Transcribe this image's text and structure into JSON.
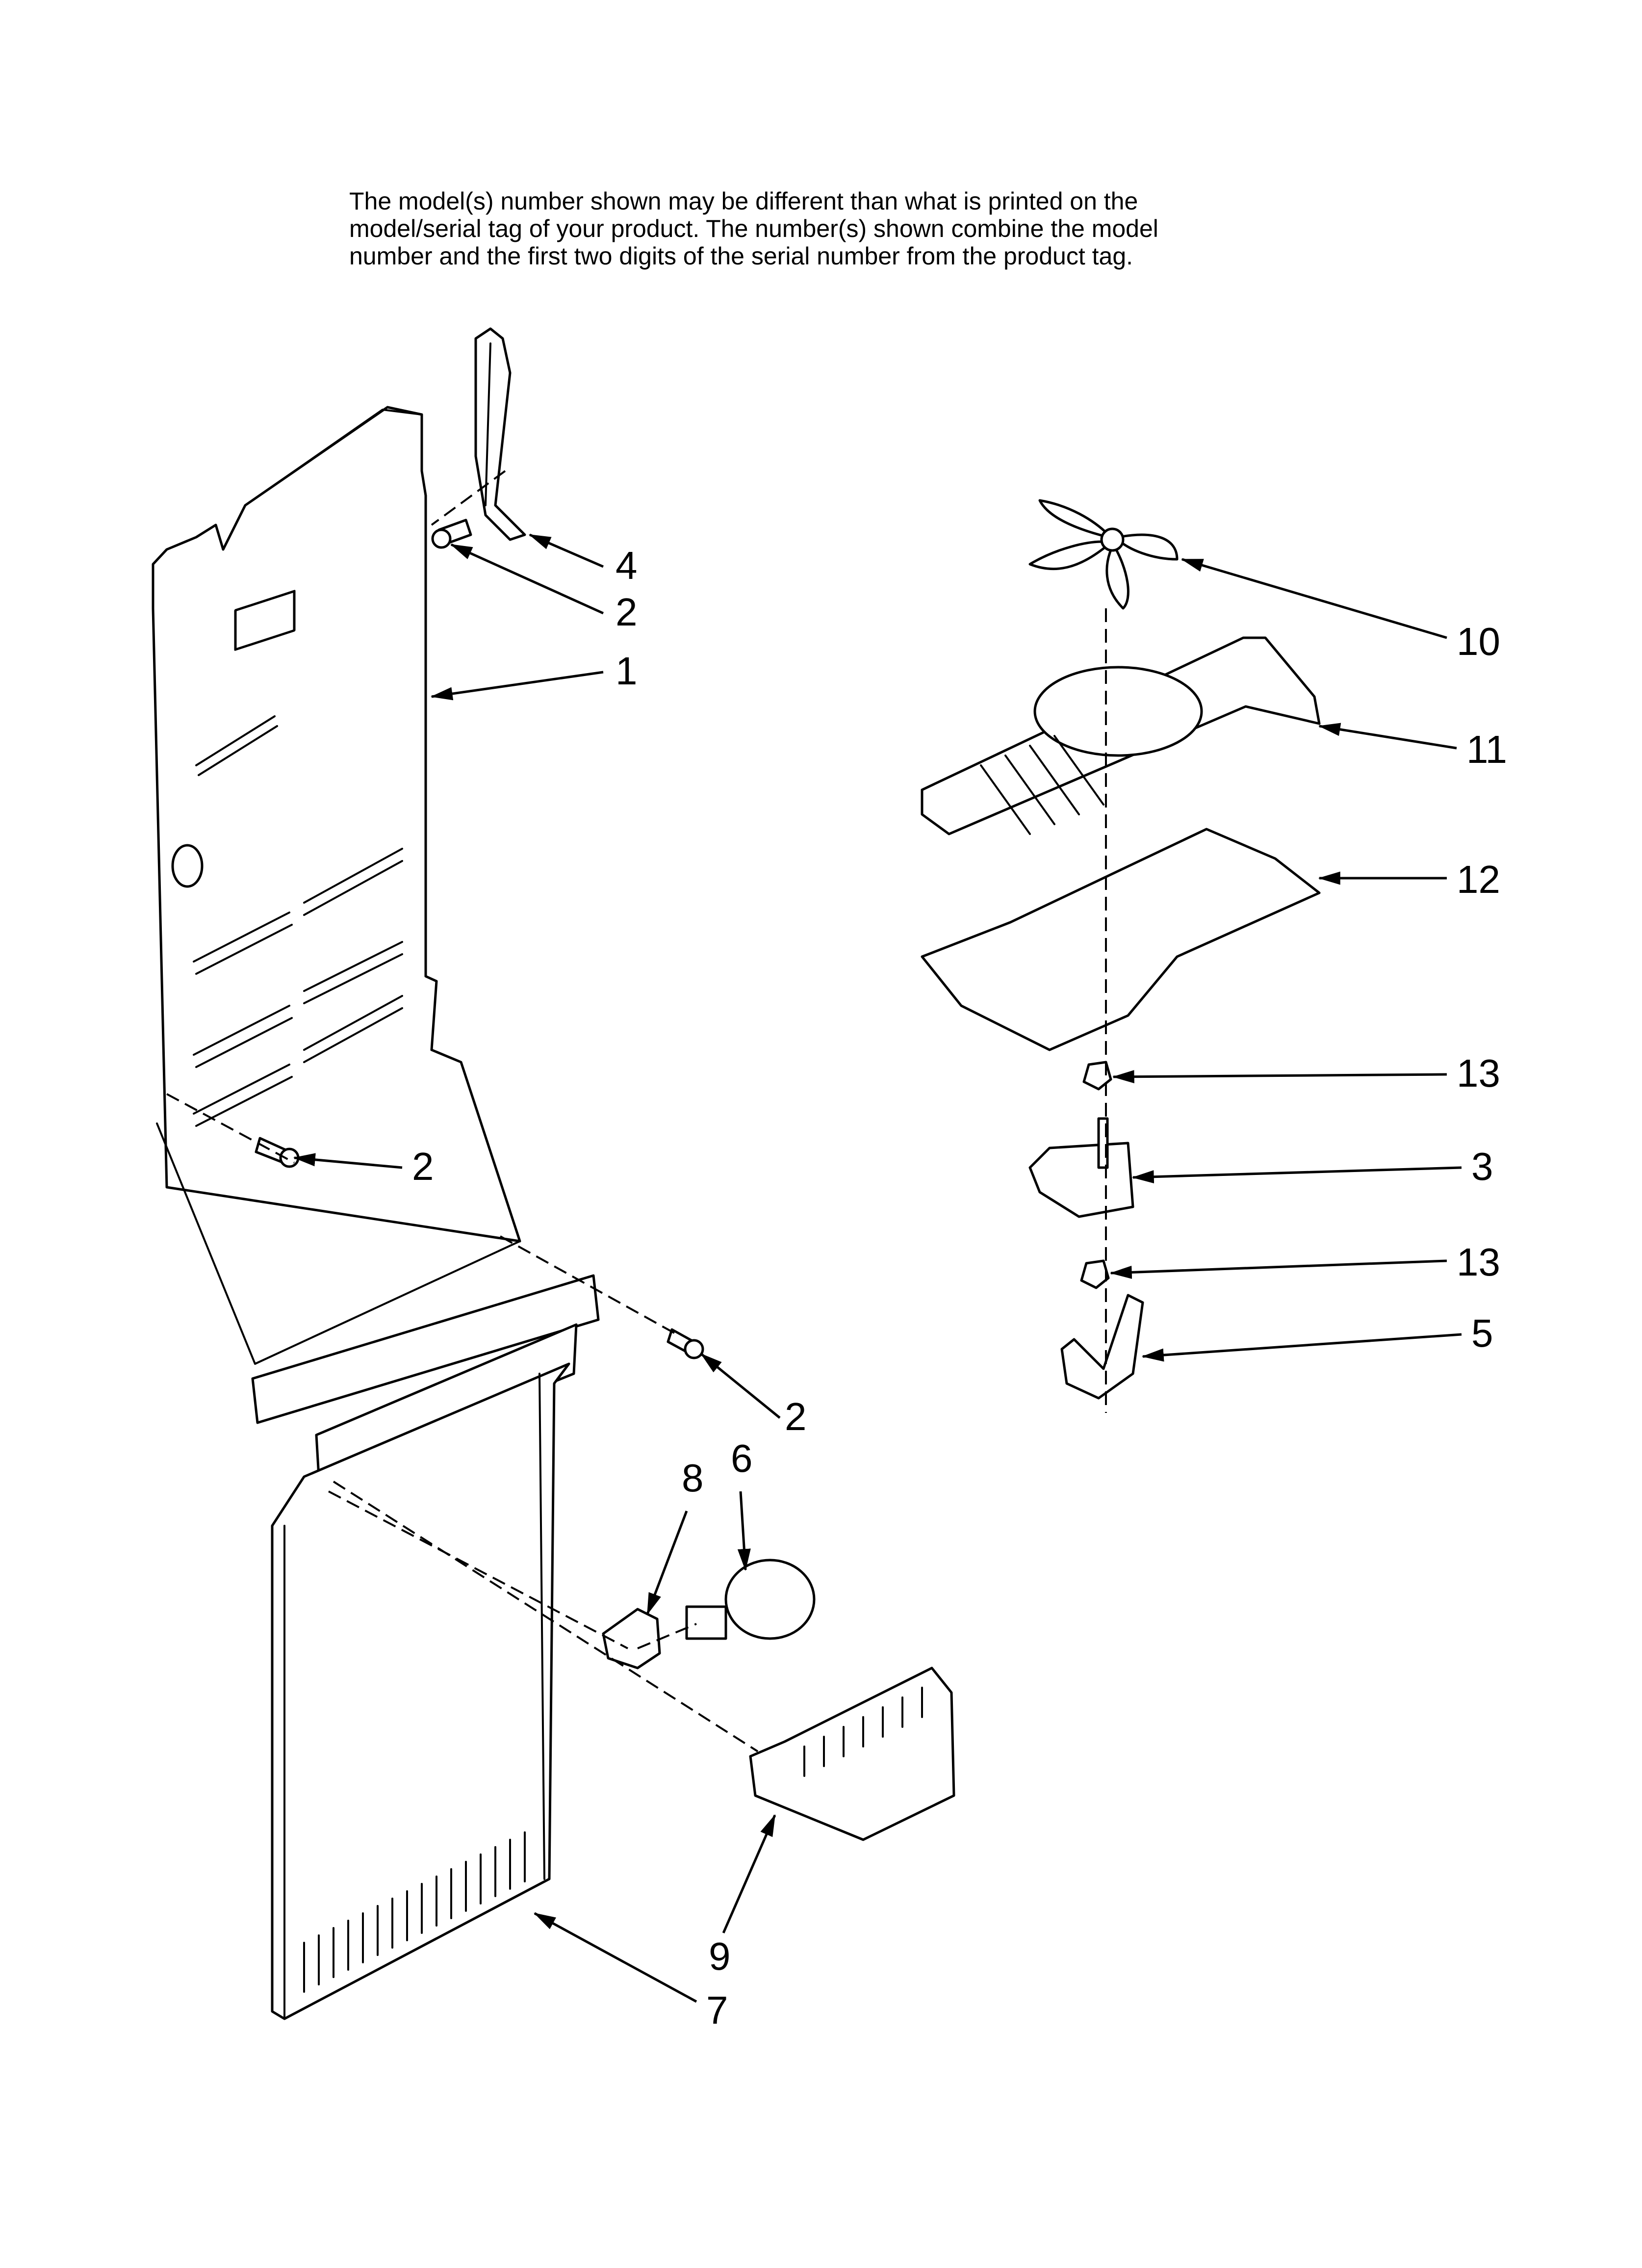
{
  "note": {
    "lines": [
      "The model(s) number shown may be different than what is printed on the",
      "model/serial tag of your product. The number(s) shown combine the model",
      "number and the first two digits of the serial number from the product tag."
    ]
  },
  "callouts": [
    {
      "id": "1",
      "label": "1"
    },
    {
      "id": "2a",
      "label": "2"
    },
    {
      "id": "2b",
      "label": "2"
    },
    {
      "id": "2c",
      "label": "2"
    },
    {
      "id": "3",
      "label": "3"
    },
    {
      "id": "4",
      "label": "4"
    },
    {
      "id": "5",
      "label": "5"
    },
    {
      "id": "6",
      "label": "6"
    },
    {
      "id": "7",
      "label": "7"
    },
    {
      "id": "8",
      "label": "8"
    },
    {
      "id": "9",
      "label": "9"
    },
    {
      "id": "10",
      "label": "10"
    },
    {
      "id": "11",
      "label": "11"
    },
    {
      "id": "12",
      "label": "12"
    },
    {
      "id": "13a",
      "label": "13"
    },
    {
      "id": "13b",
      "label": "13"
    }
  ]
}
